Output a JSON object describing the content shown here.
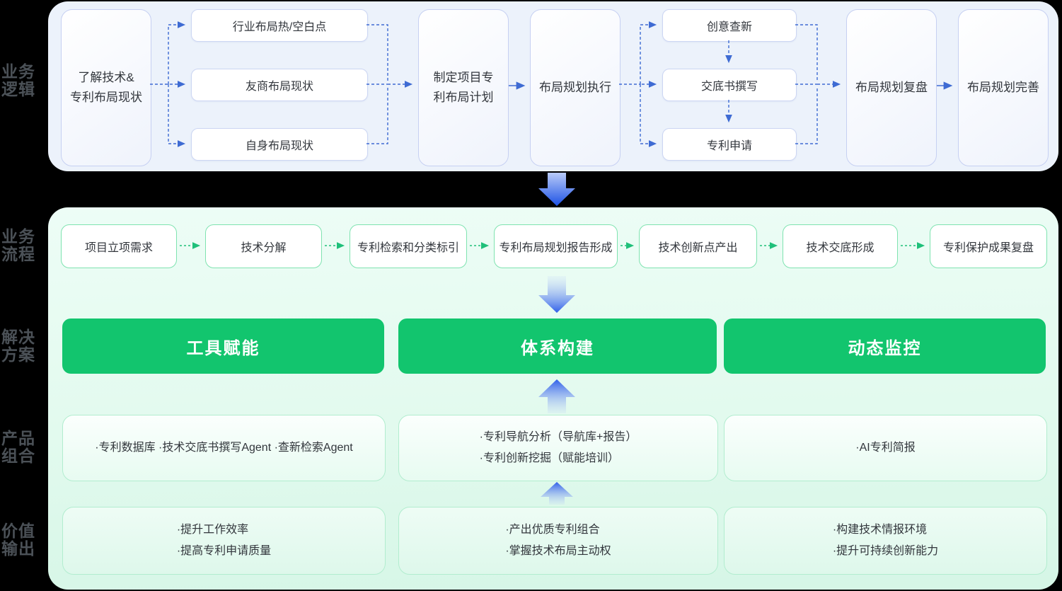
{
  "colors": {
    "blue_panel": "#ecf2fb",
    "blue_arrow": "#3e6bd3",
    "big_arrow_blue": "#1d52e6",
    "green_panel": "#e2faee",
    "green_arrow": "#1fc07a",
    "solution_bar": "#12c56e",
    "box_text": "#32363c",
    "label_text": "#4b5157"
  },
  "row_labels": {
    "logic": "业务\n逻辑",
    "flow": "业务\n流程",
    "solution": "解决\n方案",
    "product": "产品\n组合",
    "value": "价值\n输出"
  },
  "logic": {
    "understand": "了解技术&\n专利布局现状",
    "industry": "行业布局热/空白点",
    "competitor": "友商布局现状",
    "self": "自身布局现状",
    "plan": "制定项目专\n利布局计划",
    "execute": "布局规划执行",
    "novelty": "创意查新",
    "disclosure": "交底书撰写",
    "application": "专利申请",
    "review": "布局规划复盘",
    "improve": "布局规划完善"
  },
  "flow": {
    "steps": [
      "项目立项需求",
      "技术分解",
      "专利检索和分类标引",
      "专利布局规划报告形成",
      "技术创新点产出",
      "技术交底形成",
      "专利保护成果复盘"
    ]
  },
  "solution": {
    "bars": [
      "工具赋能",
      "体系构建",
      "动态监控"
    ]
  },
  "product": {
    "tool": "·专利数据库 ·技术交底书撰写Agent ·查新检索Agent",
    "system": "·专利导航分析（导航库+报告）\n·专利创新挖掘（赋能培训）",
    "monitor": "·AI专利简报"
  },
  "value": {
    "tool": "·提升工作效率\n·提高专利申请质量",
    "system": "·产出优质专利组合\n·掌握技术布局主动权",
    "monitor": "·构建技术情报环境\n·提升可持续创新能力"
  }
}
